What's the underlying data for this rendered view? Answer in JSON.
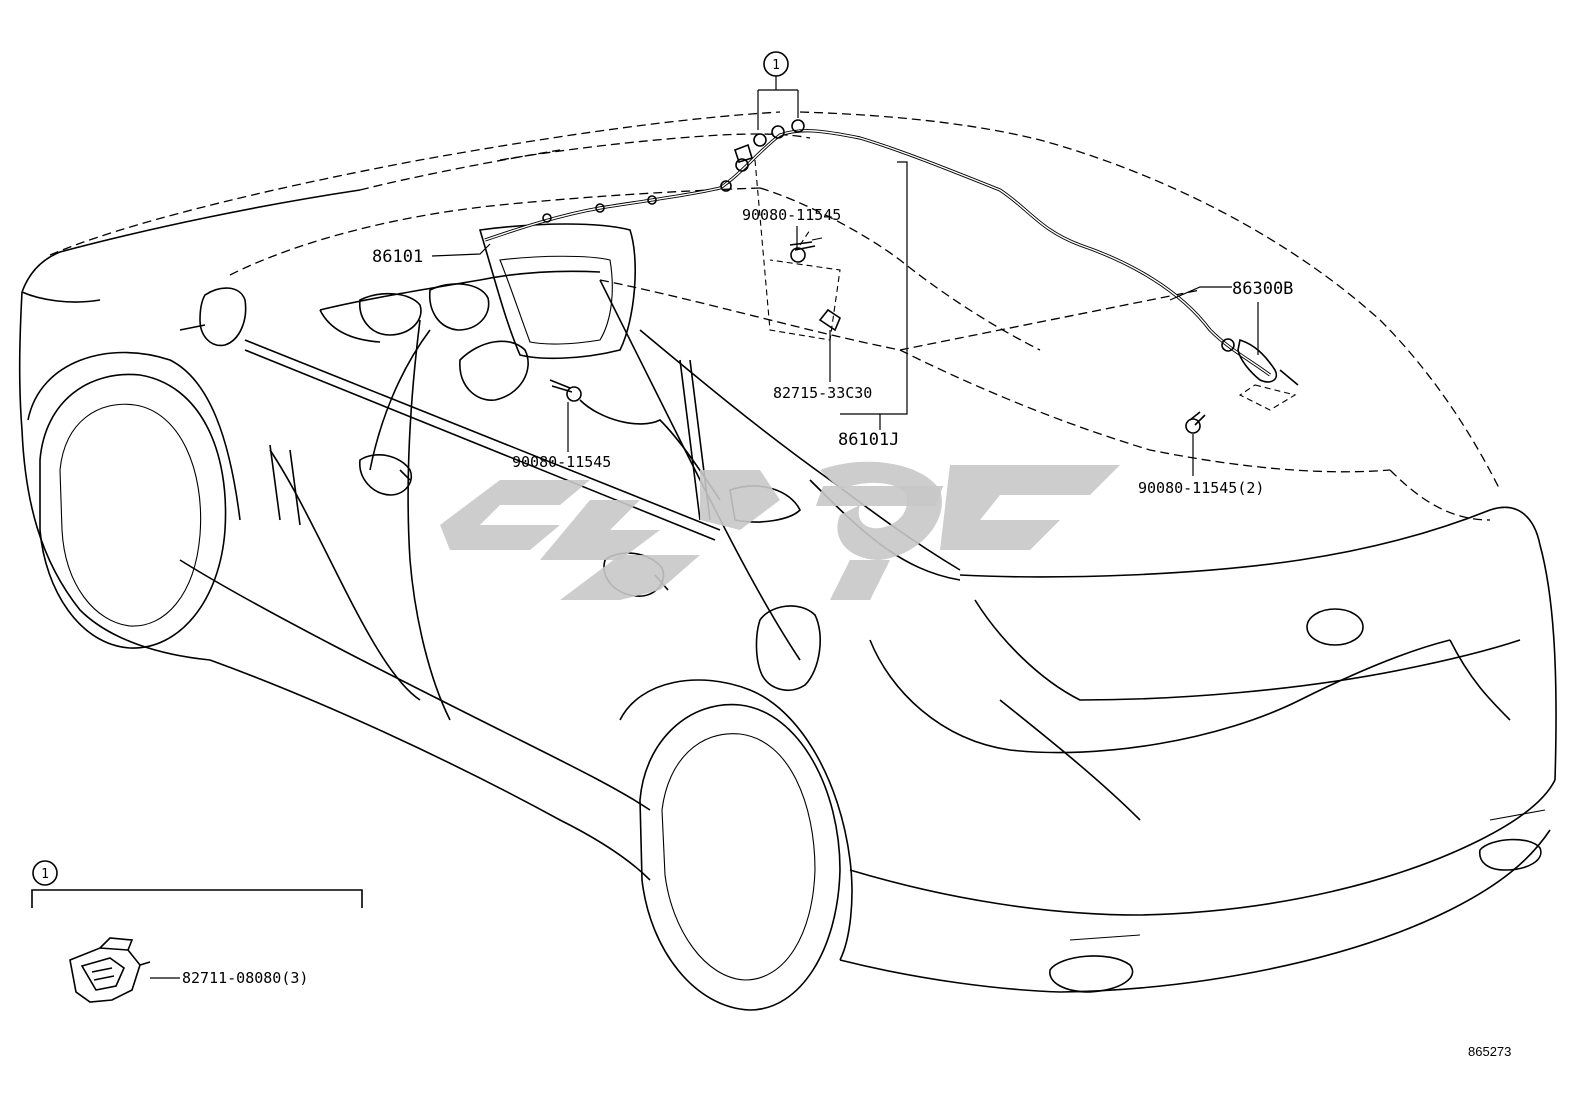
{
  "diagram_id": "865273",
  "detail_ref": "1",
  "callouts": {
    "part_86101": "86101",
    "part_86101j": "86101J",
    "part_86300b": "86300B",
    "part_90080_top": "90080-11545",
    "part_90080_mid": "90080-11545",
    "part_90080_right": "90080-11545(2)",
    "part_82715": "82715-33C30",
    "part_82711": "82711-08080(3)"
  }
}
